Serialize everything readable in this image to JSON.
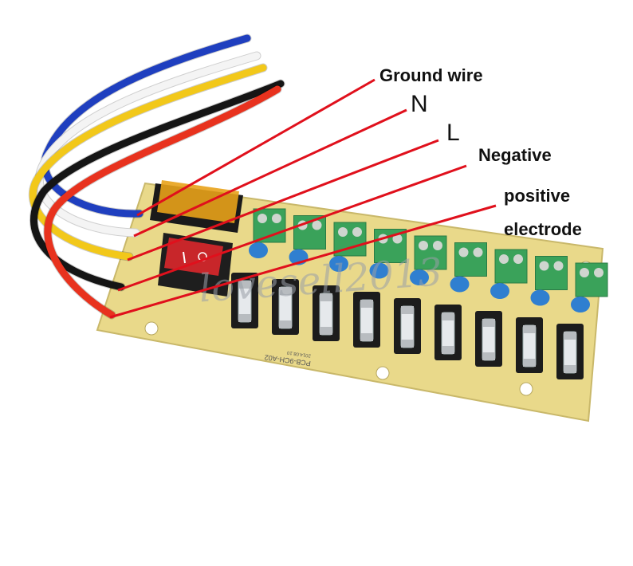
{
  "labels": {
    "ground_wire": "Ground wire",
    "n": "N",
    "l": "L",
    "negative": "Negative",
    "positive": "positive",
    "electrode": "electrode"
  },
  "watermark": "lovesell2013",
  "pcb_marking": "PCB-9CH-A02",
  "pcb_date": "2014.08.10",
  "channel_count": 9,
  "colors": {
    "leader_line": "#e0101c",
    "board": "#e9d98a",
    "terminal": "#3aa25a",
    "capacitor": "#2f7fd0",
    "switch": "#c8262a",
    "fuse_cover": "#e8a21a"
  },
  "wires": [
    "blue",
    "white",
    "yellow",
    "black",
    "red"
  ]
}
